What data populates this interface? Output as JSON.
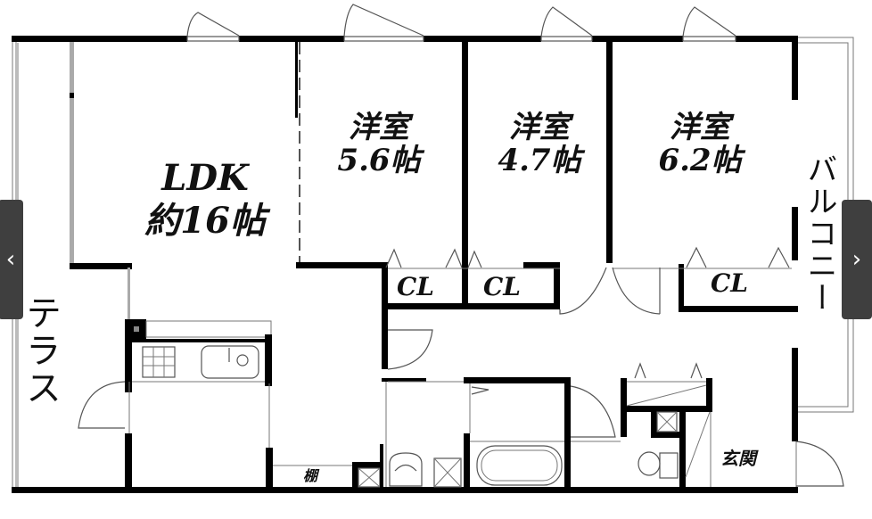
{
  "floor_plan": {
    "rooms": {
      "ldk": {
        "name": "LDK",
        "size": "約16帖"
      },
      "western_room_1": {
        "name": "洋室",
        "size": "5.6帖"
      },
      "western_room_2": {
        "name": "洋室",
        "size": "4.7帖"
      },
      "western_room_3": {
        "name": "洋室",
        "size": "6.2帖"
      },
      "terrace": {
        "name": "テラス"
      },
      "balcony": {
        "name": "バルコニー"
      },
      "entrance": {
        "name": "玄関"
      },
      "shelf": {
        "name": "棚"
      }
    },
    "closets": [
      {
        "label": "CL"
      },
      {
        "label": "CL"
      },
      {
        "label": "CL"
      }
    ],
    "colors": {
      "wall": "#000000",
      "line": "#555555",
      "background": "#ffffff"
    }
  },
  "gallery": {
    "prev_icon": "‹",
    "next_icon": "›",
    "button_color": "#3f3f3f"
  }
}
